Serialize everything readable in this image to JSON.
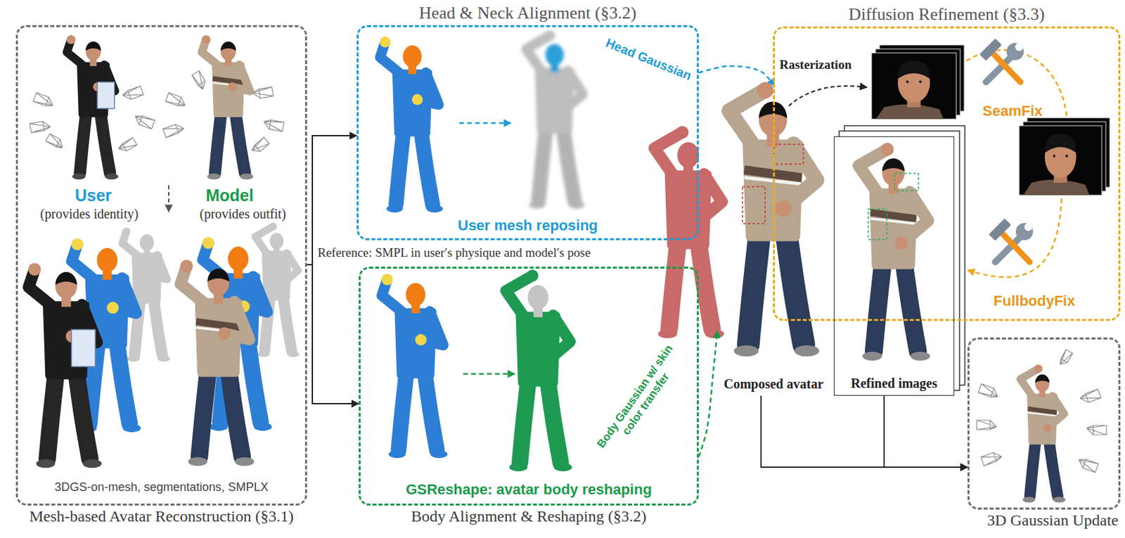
{
  "diagram": {
    "nodes": [
      {
        "text": [
          "Mesh-based Avatar Reconstruction (§3.1)",
          "3DGS-on-mesh, segmentations, SMPLX"
        ]
      },
      {
        "text": [
          "Head & Neck Alignment (§3.2)",
          "User mesh reposing"
        ]
      },
      {
        "text": [
          "Body Alignment & Reshaping (§3.2)",
          "GSReshape: avatar body reshaping"
        ]
      },
      {
        "text": [
          "Composed avatar"
        ]
      },
      {
        "text": [
          "Diffusion Refinement (§3.3)"
        ]
      },
      {
        "text": [
          "Refined images"
        ]
      },
      {
        "text": [
          "3D Gaussian Update"
        ]
      }
    ],
    "edges": [
      {
        "from": 0,
        "to": 1,
        "arrow": "to"
      },
      {
        "from": 0,
        "to": 2,
        "arrow": "to"
      },
      {
        "from": 1,
        "to": 3,
        "label": "Head Gaussian",
        "arrow": "to"
      },
      {
        "from": 2,
        "to": 3,
        "label": "Body Gaussian w/ skin color transfer",
        "arrow": "to"
      },
      {
        "from": 3,
        "to": 6,
        "arrow": "to"
      },
      {
        "from": 5,
        "to": 6,
        "arrow": "to"
      }
    ],
    "labels": [
      "User",
      "(provides identity)",
      "Model",
      "(provides outfit)",
      "Reference: SMPL in user′s physique and model′s pose",
      "Rasterization",
      "SeamFix",
      "FullbodyFix"
    ]
  }
}
